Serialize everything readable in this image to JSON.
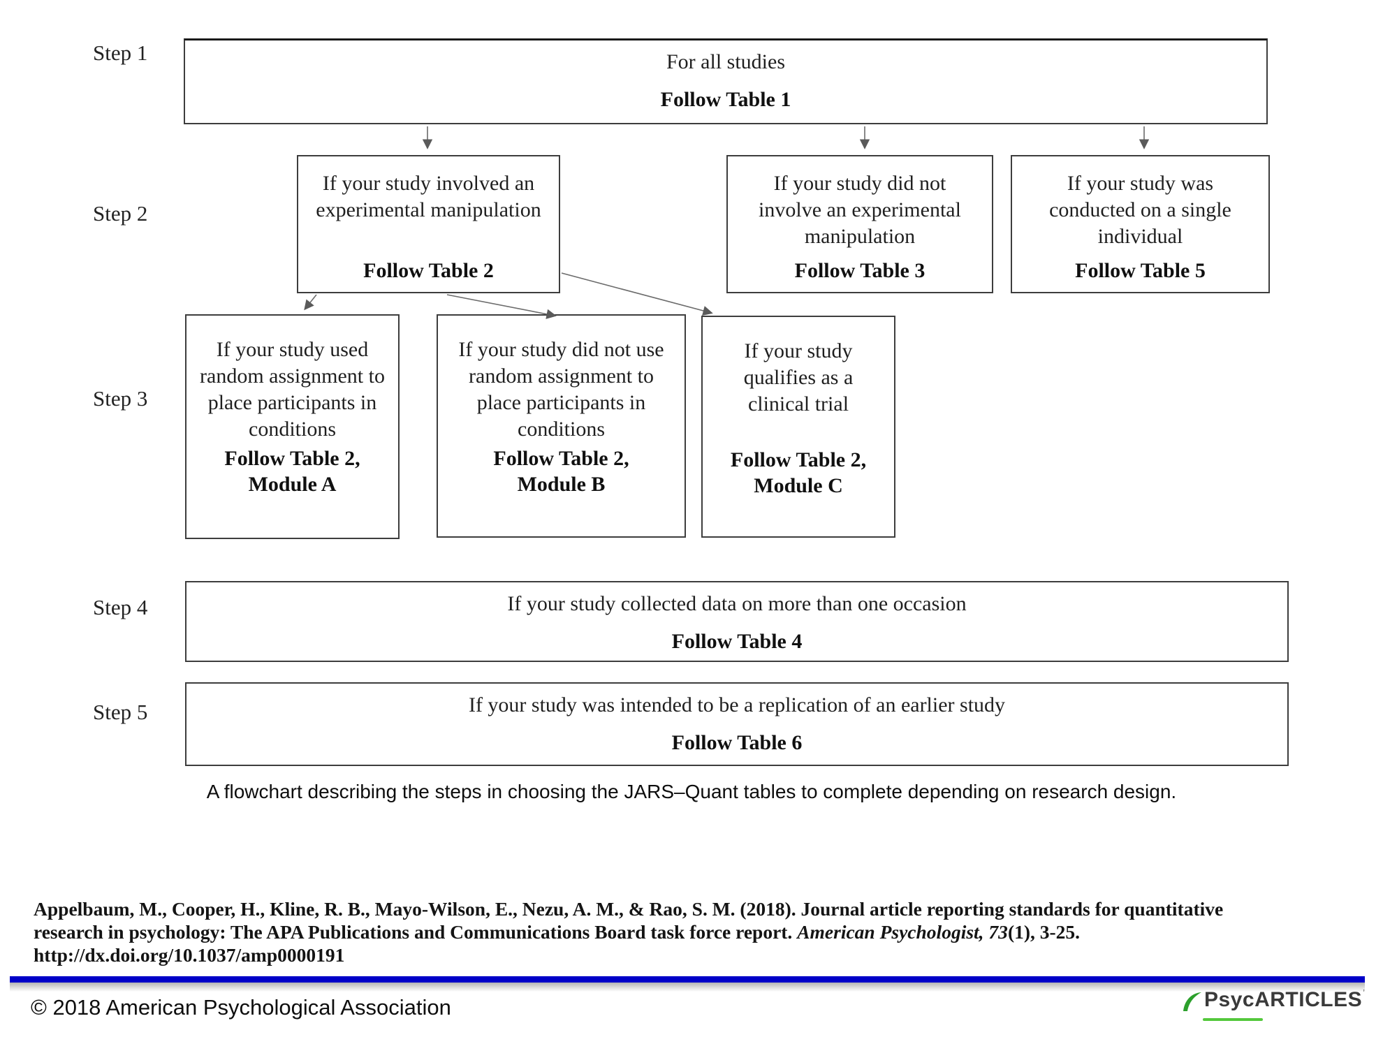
{
  "flowchart": {
    "steps": [
      {
        "label": "Step 1"
      },
      {
        "label": "Step 2"
      },
      {
        "label": "Step 3"
      },
      {
        "label": "Step 4"
      },
      {
        "label": "Step 5"
      }
    ],
    "step1": {
      "cond": "For all studies",
      "follow": "Follow Table 1"
    },
    "step2": {
      "boxes": [
        {
          "cond": "If your study involved an experimental manipulation",
          "follow": "Follow Table 2"
        },
        {
          "cond": "If your study did not involve an experimental manipulation",
          "follow": "Follow Table 3"
        },
        {
          "cond": "If your study was conducted on a single individual",
          "follow": "Follow Table 5"
        }
      ]
    },
    "step3": {
      "boxes": [
        {
          "cond": "If your study used random assignment to place participants in conditions",
          "follow": "Follow Table 2, Module A"
        },
        {
          "cond": "If your study did not use random assignment to place participants in conditions",
          "follow": "Follow Table 2, Module B"
        },
        {
          "cond": "If your study qualifies as a clinical trial",
          "follow": "Follow Table 2, Module C"
        }
      ]
    },
    "step4": {
      "cond": "If your study collected data on more than one occasion",
      "follow": "Follow Table 4"
    },
    "step5": {
      "cond": "If your study was intended to be a replication of an earlier study",
      "follow": "Follow Table 6"
    }
  },
  "caption": "A flowchart describing the steps in choosing the JARS–Quant tables to complete depending on research design.",
  "citation": {
    "line1": "Appelbaum, M., Cooper, H., Kline, R. B., Mayo-Wilson, E., Nezu, A. M., & Rao, S. M. (2018). Journal article reporting standards for quantitative",
    "line2_pre": "research in psychology: The APA Publications and Communications Board task force report. ",
    "line2_italic": "American Psychologist, 73",
    "line2_post": "(1), 3-25.",
    "line3": "http://dx.doi.org/10.1037/amp0000191"
  },
  "footer": {
    "copyright": "© 2018 American Psychological Association",
    "logo_text": "PsycARTICLES",
    "logo_tm": "’"
  },
  "colors": {
    "rule_blue": "#0000c8",
    "logo_green": "#2ca02c",
    "logo_underline_green": "#54c83c",
    "logo_text_color": "#3a3a3a"
  }
}
